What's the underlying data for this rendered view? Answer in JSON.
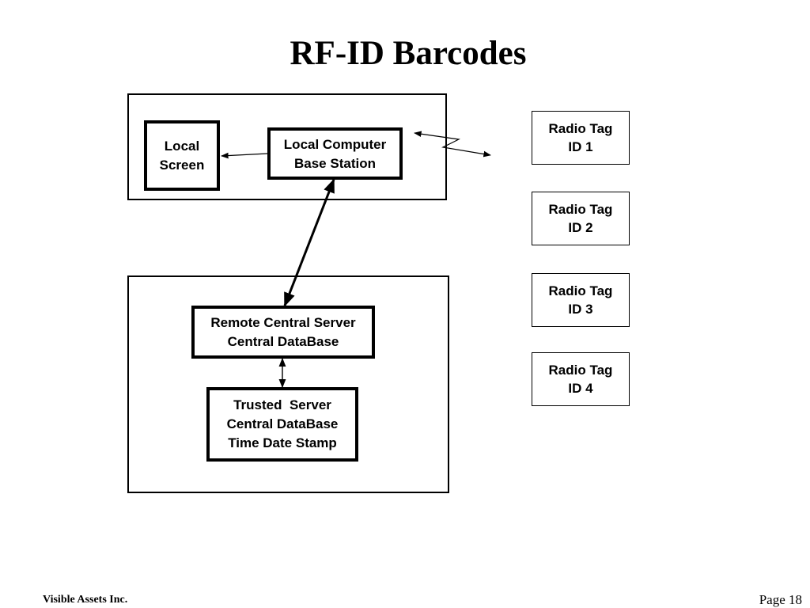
{
  "slide": {
    "title": "RF-ID Barcodes"
  },
  "local_site": {
    "local_screen": {
      "line1": "Local",
      "line2": "Screen"
    },
    "base_station": {
      "line1": "Local Computer",
      "line2": "Base Station"
    }
  },
  "remote_site": {
    "central_server": {
      "line1": "Remote Central Server",
      "line2": "Central DataBase"
    },
    "trusted_server": {
      "line1": "Trusted  Server",
      "line2": "Central DataBase",
      "line3": "Time Date Stamp"
    }
  },
  "radio_tags": [
    {
      "line1": "Radio Tag",
      "line2": "ID 1"
    },
    {
      "line1": "Radio Tag",
      "line2": "ID 2"
    },
    {
      "line1": "Radio Tag",
      "line2": "ID 3"
    },
    {
      "line1": "Radio Tag",
      "line2": "ID 4"
    }
  ],
  "footer": {
    "company": "Visible Assets Inc.",
    "page": "Page 18"
  }
}
